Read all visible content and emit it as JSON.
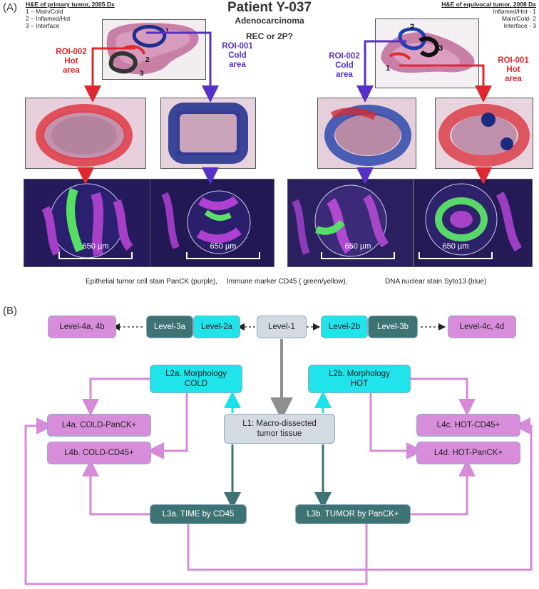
{
  "panel_a": {
    "tag": "(A)",
    "left_hne": {
      "title": "H&E of primary tumor, 2005 Dx",
      "lines": [
        "1 – Main/Cold",
        "2 – Inflamed/Hot",
        "3 – Interface"
      ],
      "markers": [
        "1",
        "2",
        "3"
      ]
    },
    "right_hne": {
      "title": "H&E of equivocal tumor, 2008 Dx",
      "lines": [
        "Inflamed/Hot - 1",
        "Main/Cold- 2",
        "Interface - 3"
      ],
      "markers": [
        "2",
        "3",
        "1"
      ]
    },
    "patient": "Patient Y-037",
    "histology": "Adenocarcinoma",
    "question": "REC or 2P?",
    "roi_left_hot": [
      "ROI-002",
      "Hot",
      "area"
    ],
    "roi_left_cold": [
      "ROI-001",
      "Cold",
      "area"
    ],
    "roi_right_cold": [
      "ROI-002",
      "Cold",
      "area"
    ],
    "roi_right_hot": [
      "ROI-001",
      "Hot",
      "area"
    ],
    "scale_labels": [
      "650 µm",
      "650 µm",
      "650 µm",
      "650 µm"
    ],
    "legend": [
      "Epithelial tumor cell stain PanCK (purple),",
      "Immune marker CD45 ( green/yellow),",
      "DNA nuclear stain Syto13 (blue)"
    ],
    "colors": {
      "hot": "#e0262e",
      "cold": "#5530c8"
    }
  },
  "panel_b": {
    "tag": "(B)",
    "boxes": {
      "l4ab": "Level-4a, 4b",
      "l3a": "Level-3a",
      "l2a": "Level-2a",
      "l1": "Level-1",
      "l2b": "Level-2b",
      "l3b": "Level-3b",
      "l4cd": "Level-4c, 4d",
      "morph_cold": [
        "L2a. Morphology",
        "COLD"
      ],
      "morph_hot": [
        "L2b. Morphology",
        "HOT"
      ],
      "cold_panck": "L4a. COLD-PanCK+",
      "hot_cd45": "L4c. HOT-CD45+",
      "macro": [
        "L1: Macro-dissected",
        "tumor tissue"
      ],
      "cold_cd45": "L4b. COLD-CD45+",
      "hot_panck": "L4d. HOT-PanCK+",
      "time": "L3a. TIME by CD45",
      "tumor": "L3b. TUMOR by PanCK+"
    },
    "colors": {
      "level4": "#d88ddb",
      "level2": "#21e3ea",
      "level3": "#3e7374",
      "level1": "#d3dae2",
      "connector": "#d68ad8"
    }
  }
}
